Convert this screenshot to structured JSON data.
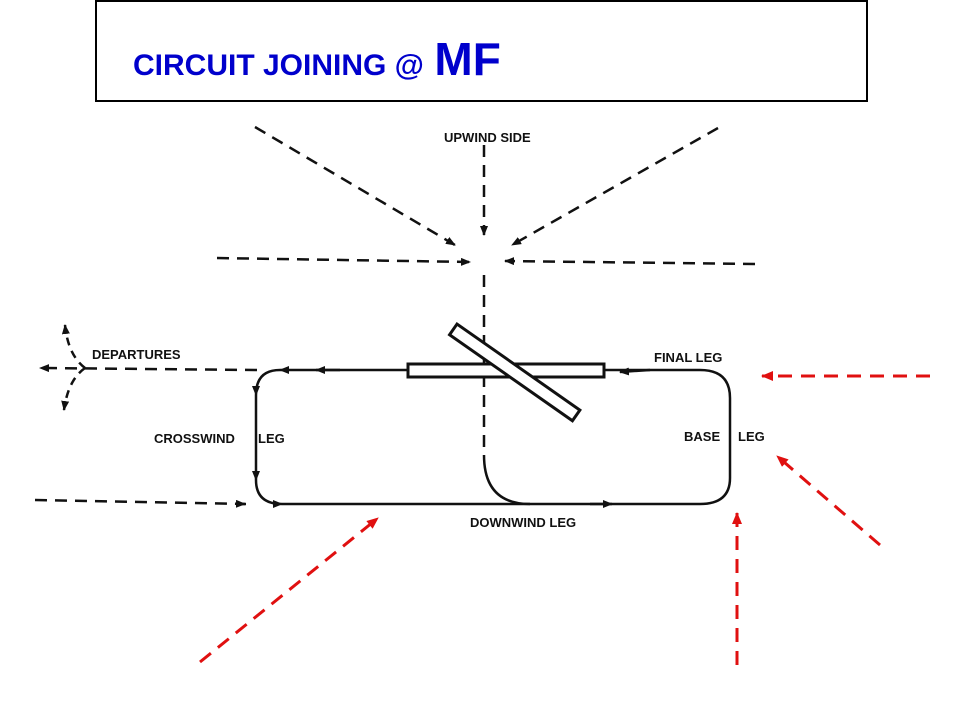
{
  "title": {
    "main": "CIRCUIT JOINING @",
    "code": "MF"
  },
  "labels": {
    "upwind_side": "UPWIND SIDE",
    "departures": "DEPARTURES",
    "final_leg": "FINAL LEG",
    "crosswind_leg": "CROSSWIND",
    "crosswind_leg_suffix": "LEG",
    "base_leg": "BASE",
    "base_leg_suffix": "LEG",
    "downwind_leg": "DOWNWIND LEG"
  },
  "colors": {
    "title": "#0000cc",
    "joining_arrows": "#e01010",
    "diagram_lines": "#111111"
  }
}
